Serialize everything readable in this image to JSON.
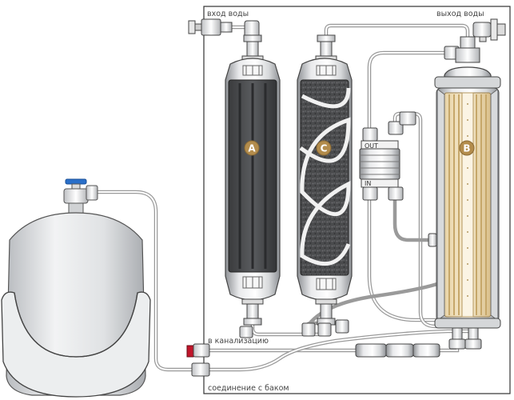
{
  "labels": {
    "water_in": "вход воды",
    "water_out": "выход воды",
    "drain": "в канализацию",
    "tank_connection": "соединение с баком",
    "port_out": "OUT",
    "port_in": "IN"
  },
  "filters": [
    {
      "id": "A",
      "media": "carbon-block",
      "badge_color": "#b38c4c"
    },
    {
      "id": "C",
      "media": "granular-carbon",
      "badge_color": "#b38c4c"
    },
    {
      "id": "B",
      "media": "ro-membrane",
      "badge_color": "#b38c4c"
    }
  ],
  "colors": {
    "valve_handle": "#2a6fc9",
    "drain_valve": "#c0152a",
    "badge": "#b38c4c",
    "tube": "#9a9a9a",
    "tank": "#e6e7e9"
  },
  "icons": [
    "faucet-icon",
    "tank-valve-icon",
    "drain-valve-icon",
    "flow-restrictor-icon",
    "check-valve-icon"
  ]
}
